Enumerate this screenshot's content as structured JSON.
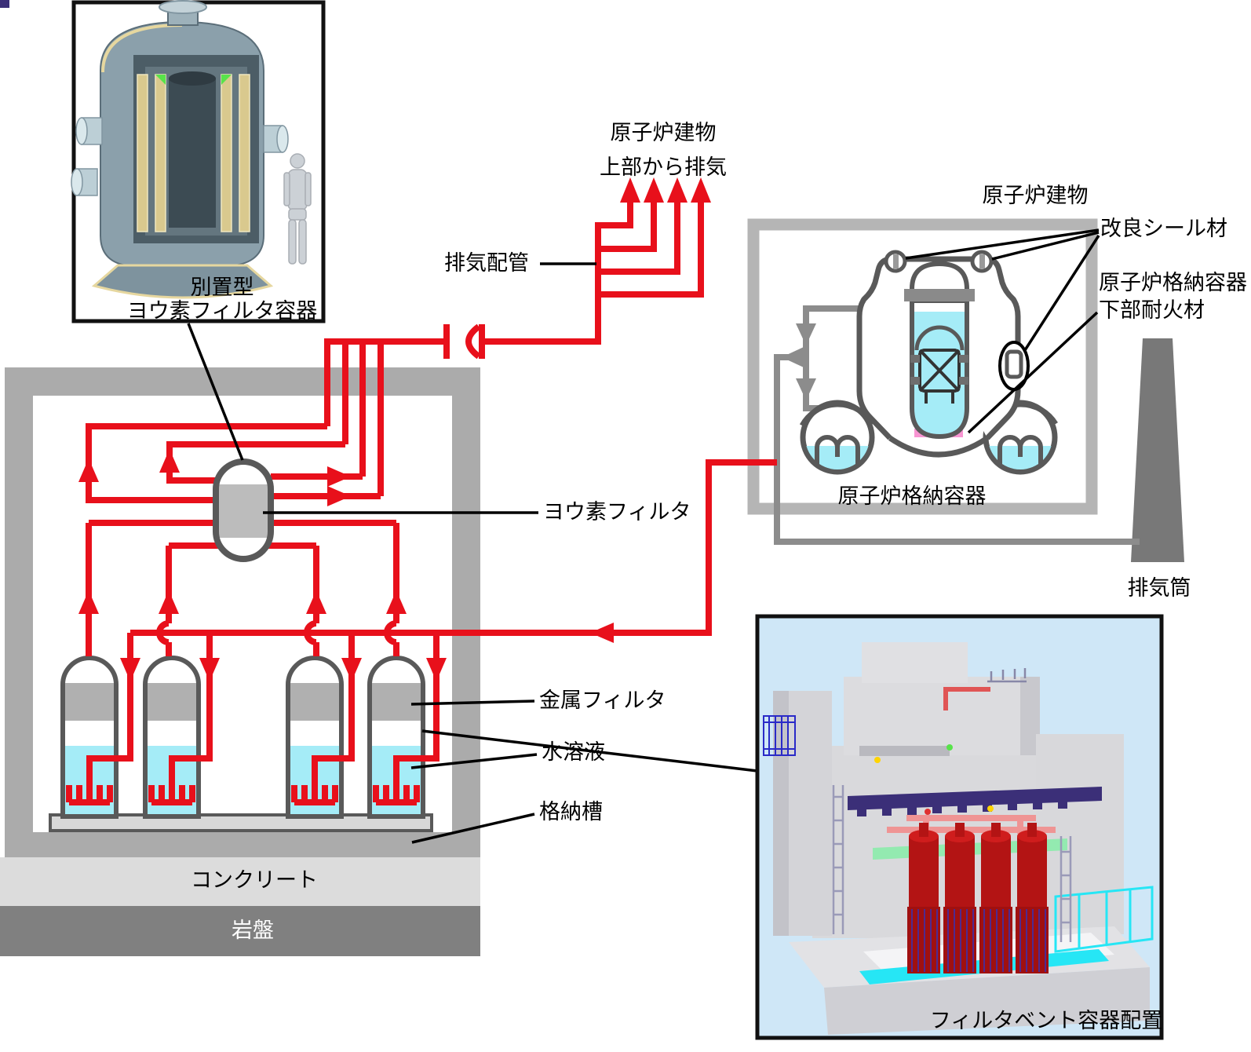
{
  "labels": {
    "top_vent_line1": "原子炉建物",
    "top_vent_line2": "上部から排気",
    "exhaust_piping": "排気配管",
    "reactor_building": "原子炉建物",
    "improved_seal": "改良シール材",
    "refractory_line1": "原子炉格納容器",
    "refractory_line2": "下部耐火材",
    "containment_vessel": "原子炉格納容器",
    "exhaust_stack": "排気筒",
    "iodine_filter": "ヨウ素フィルタ",
    "metal_filter": "金属フィルタ",
    "aqueous_solution": "水溶液",
    "containment_tank": "格納槽",
    "concrete": "コンクリート",
    "bedrock": "岩盤",
    "standalone_line1": "別置型",
    "standalone_line2": "ヨウ素フィルタ容器",
    "cad_caption": "フィルタベント容器配置"
  },
  "colors": {
    "red": "#e8101b",
    "pipe": "#8c8c8c",
    "dark": "#595959",
    "cyan": "#a5ecf7",
    "pink": "#f895d2",
    "frame": "#b5b5b5",
    "wall": "#ababab",
    "concrete": "#dcdcdc",
    "bedrock": "#808080",
    "band": "#b0b0b0",
    "plate": "#d8d8d8",
    "stack": "#787878",
    "cad_bg": "#cfe7f7",
    "cad_red": "#b31414",
    "cad_green": "#93eab0",
    "cad_cyan": "#26e6f5",
    "cad_purple": "#3b2f78",
    "cad_blue": "#2a2ac8",
    "cad_salmon": "#ef9494",
    "cad_gray": "#d9d9dc",
    "vessel_steel": "#8ba0ab",
    "vessel_cream": "#d9c98e"
  }
}
